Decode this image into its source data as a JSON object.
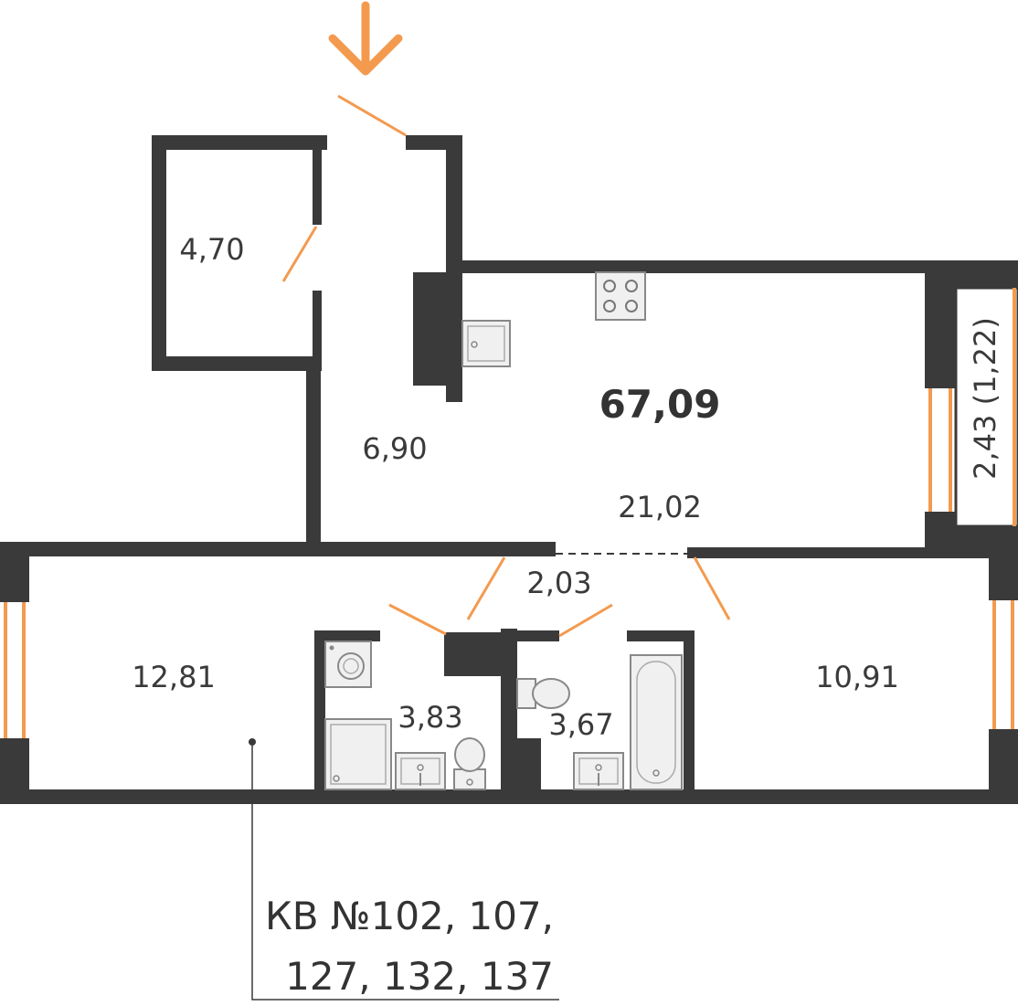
{
  "colors": {
    "wall": "#3a3a3a",
    "accent": "#f39a4f",
    "fixture_fill": "#f0f0f0",
    "fixture_stroke": "#888888"
  },
  "plan": {
    "total_area": "67,09",
    "balcony_area": "2,43 (1,22)",
    "rooms": {
      "storage": "4,70",
      "hall": "6,90",
      "kitchen_living": "21,02",
      "corridor": "2,03",
      "bedroom_left": "12,81",
      "bathroom_left": "3,83",
      "bathroom_right": "3,67",
      "bedroom_right": "10,91"
    },
    "apartment_line1": "КВ №102, 107,",
    "apartment_line2": "127, 132, 137"
  },
  "icons": {
    "entrance": "entrance-arrow-icon"
  }
}
